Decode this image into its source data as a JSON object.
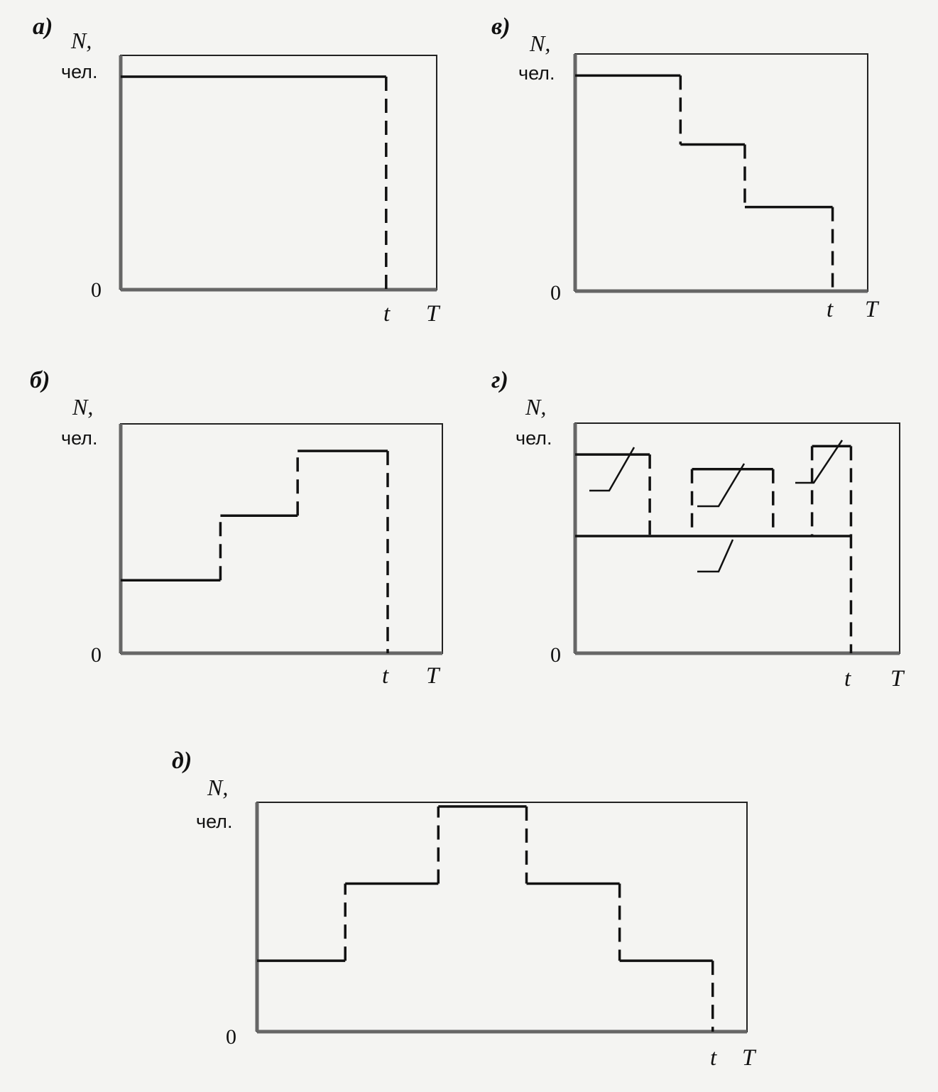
{
  "figure": {
    "y_label": "N,",
    "y_unit": "чел.",
    "zero_label": "0",
    "t_label": "t",
    "T_label": "T"
  },
  "chart_data": [
    {
      "id": "a",
      "panel_label": "а)",
      "type": "line",
      "step_series": {
        "x": [
          0,
          0.84
        ],
        "y": [
          1.0
        ],
        "x_end_dashed": true
      },
      "xlabel": "",
      "ylabel": "N, чел.",
      "x_ticks": [
        "t",
        "T"
      ],
      "y_ticks": [
        "0"
      ],
      "xlim": [
        0,
        1
      ],
      "ylim": [
        0,
        1.1
      ],
      "grid": false
    },
    {
      "id": "b",
      "panel_label": "б)",
      "type": "line",
      "step_series": {
        "x": [
          0,
          0.31,
          0.55,
          0.83
        ],
        "y": [
          0.35,
          0.66,
          0.97
        ],
        "x_end_dashed": true
      },
      "xlabel": "",
      "ylabel": "N, чел.",
      "x_ticks": [
        "t",
        "T"
      ],
      "y_ticks": [
        "0"
      ],
      "xlim": [
        0,
        1
      ],
      "ylim": [
        0,
        1.1
      ],
      "grid": false
    },
    {
      "id": "v",
      "panel_label": "в)",
      "type": "line",
      "step_series": {
        "x": [
          0,
          0.36,
          0.58,
          0.88
        ],
        "y": [
          1.0,
          0.68,
          0.39
        ],
        "x_end_dashed": true
      },
      "xlabel": "",
      "ylabel": "N, чел.",
      "x_ticks": [
        "t",
        "T"
      ],
      "y_ticks": [
        "0"
      ],
      "xlim": [
        0,
        1
      ],
      "ylim": [
        0,
        1.1
      ],
      "grid": false
    },
    {
      "id": "g",
      "panel_label": "г)",
      "type": "line",
      "base_level": {
        "x": [
          0,
          0.85
        ],
        "y": 0.56
      },
      "pulses": [
        {
          "x": [
            0,
            0.23
          ],
          "y": 0.95
        },
        {
          "x": [
            0.36,
            0.61
          ],
          "y": 0.88
        },
        {
          "x": [
            0.73,
            0.85
          ],
          "y": 0.99
        }
      ],
      "end_x": 0.85,
      "x_end_dashed": true,
      "xlabel": "",
      "ylabel": "N, чел.",
      "x_ticks": [
        "t",
        "T"
      ],
      "y_ticks": [
        "0"
      ],
      "xlim": [
        0,
        1
      ],
      "ylim": [
        0,
        1.1
      ],
      "grid": false
    },
    {
      "id": "d",
      "panel_label": "д)",
      "type": "line",
      "step_series": {
        "x": [
          0,
          0.18,
          0.37,
          0.55,
          0.74,
          0.93
        ],
        "y": [
          0.34,
          0.71,
          1.08,
          0.71,
          0.34
        ],
        "x_end_dashed": true
      },
      "xlabel": "",
      "ylabel": "N, чел.",
      "x_ticks": [
        "t",
        "T"
      ],
      "y_ticks": [
        "0"
      ],
      "xlim": [
        0,
        1
      ],
      "ylim": [
        0,
        1.1
      ],
      "grid": false
    }
  ]
}
